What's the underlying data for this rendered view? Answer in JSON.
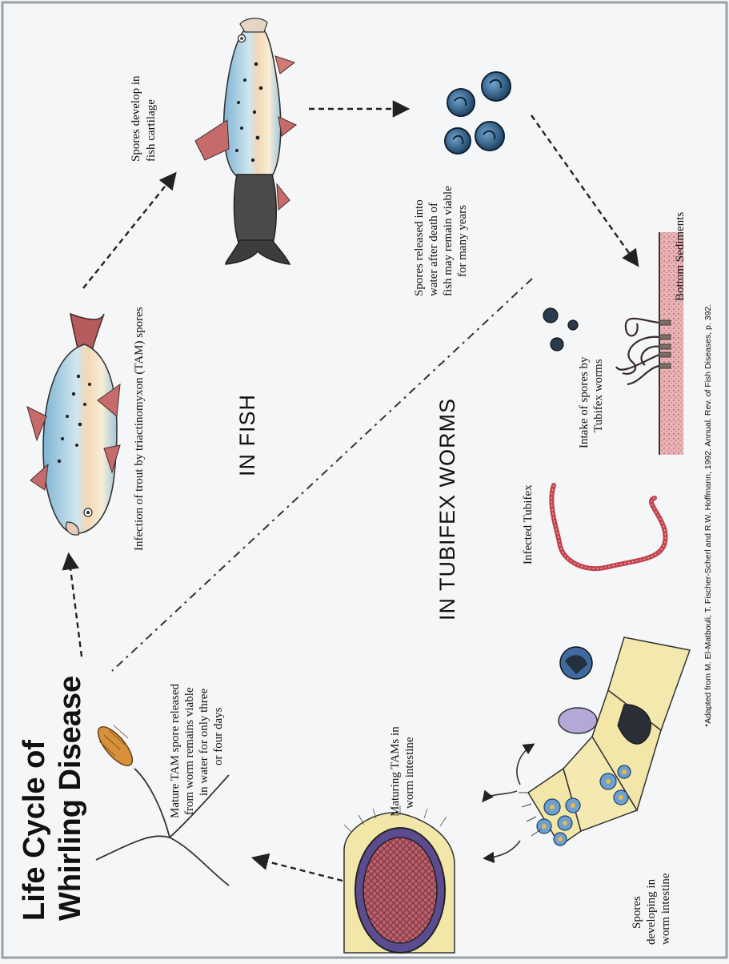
{
  "title": {
    "line1": "Life Cycle of",
    "line2": "Whirling Disease"
  },
  "regions": {
    "fish": "IN FISH",
    "worms": "IN TUBIFEX WORMS"
  },
  "labels": {
    "infection": "Infection of trout by triactinomyxon (TAM) spores",
    "spores_develop": [
      "Spores develop in",
      "fish cartilage"
    ],
    "spores_released": [
      "Spores released into",
      "water after death of",
      "fish may remain viable",
      "for many years"
    ],
    "bottom_sediments": "Bottom Sediments",
    "intake": [
      "Intake of spores by",
      "Tubifex worms"
    ],
    "infected_tubifex": "Infected Tubifex",
    "developing": [
      "Spores",
      "developing in",
      "worm intestine"
    ],
    "maturing": [
      "Maturing TAMs in",
      "worm intestine"
    ],
    "mature_tam": [
      "Mature TAM spore released",
      "from worm remains viable",
      "in water for only three",
      "or four days"
    ]
  },
  "citation": "*Adapted from M. El-Matbouli, T. Fischer-Scherl and R.W. Hoffmann, 1992. Annual. Rev. of Fish Diseases, p. 392.",
  "colors": {
    "worm": "#c0444e",
    "spore": "#2f5f8a",
    "intestine": "#f2e6a8",
    "sediment": "#e9a3a8",
    "fish_belly": "#f6e3c8",
    "fish_back": "#8fb9d1"
  }
}
